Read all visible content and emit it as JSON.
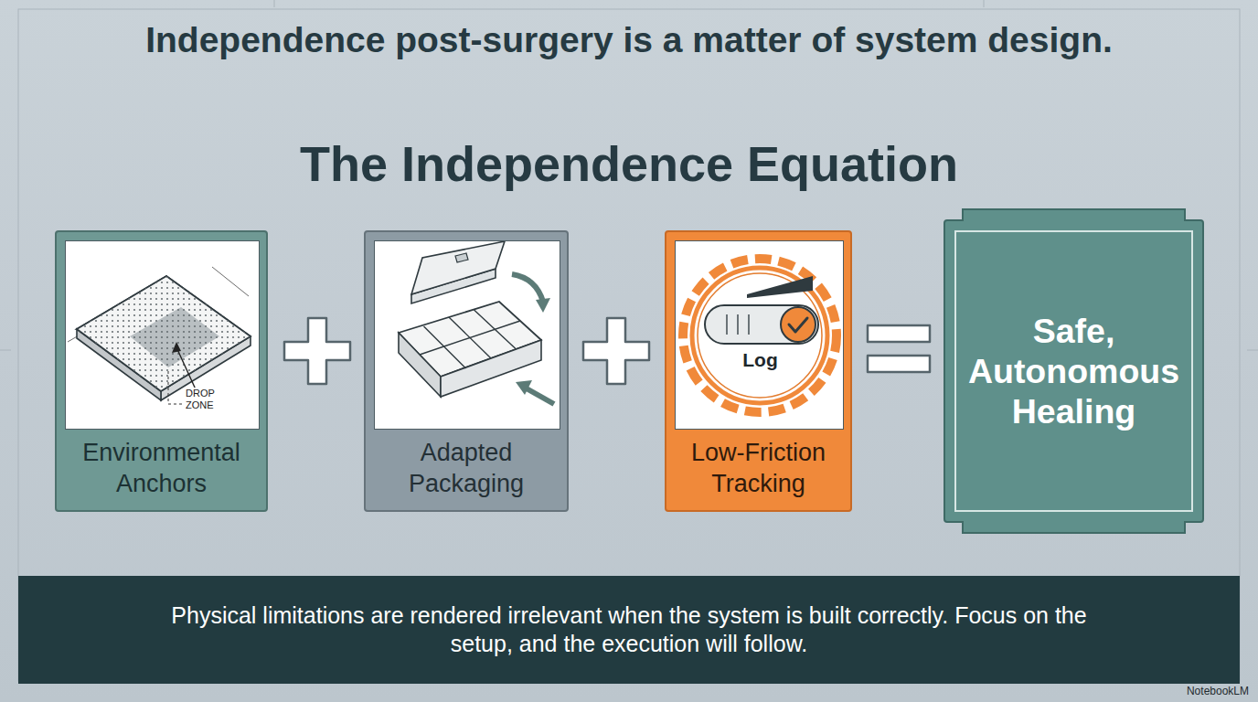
{
  "diagram": {
    "title": "Independence post-surgery is a matter of system design.",
    "nodes": [
      {
        "text": [
          "Environmental Anchors"
        ]
      },
      {
        "text": [
          "Adapted Packaging"
        ]
      },
      {
        "text": [
          "Low-Friction Tracking"
        ]
      },
      {
        "text": [
          "Safe, Autonomous Healing"
        ]
      },
      {
        "text": [
          "Physical limitations are rendered irrelevant when the system is built correctly. Focus on the setup, and the execution will follow."
        ]
      }
    ],
    "labels": [
      "The Independence Equation",
      "DROP ZONE",
      "Log",
      "NotebookLM"
    ]
  }
}
